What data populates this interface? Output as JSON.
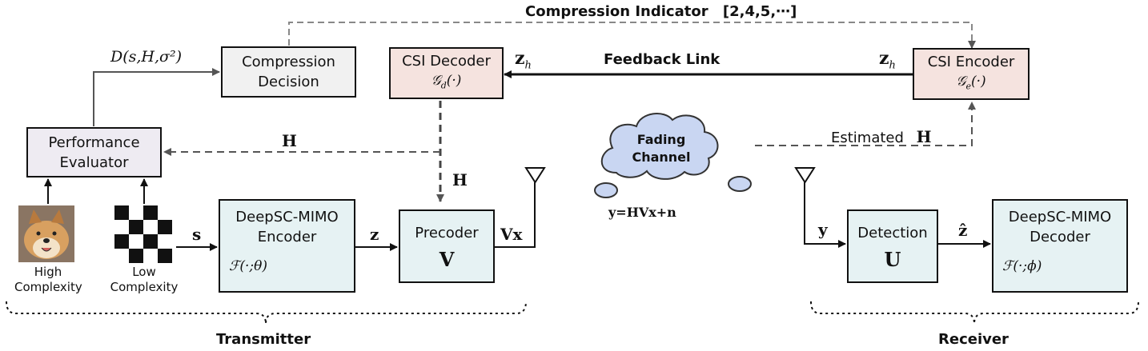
{
  "top": {
    "indicator_text": "Compression Indicator",
    "indicator_values": "[2,4,5,⋯]"
  },
  "labels": {
    "distortion": "D(s,H,σ²)",
    "feedback_link": "Feedback Link",
    "z_h_left": "z",
    "z_h_right": "z",
    "h_sub": "h",
    "h_evaluator": "H",
    "h_precoder": "H",
    "estimated": "Estimated",
    "estimated_h": "H",
    "s": "s",
    "z": "z",
    "vx": "Vx",
    "y": "y",
    "zhat": "ẑ",
    "equation": "y=HVx+n",
    "fading_channel": "Fading\nChannel"
  },
  "boxes": {
    "compression_decision": [
      "Compression",
      "Decision"
    ],
    "csi_decoder": {
      "title": "CSI Decoder",
      "func": "𝒢",
      "sub": "d",
      "arg": "(·)"
    },
    "csi_encoder": {
      "title": "CSI Encoder",
      "func": "𝒢",
      "sub": "e",
      "arg": "(·)"
    },
    "performance_evaluator": [
      "Performance",
      "Evaluator"
    ],
    "deepsc_encoder": {
      "line1": "DeepSC-MIMO",
      "line2": "Encoder",
      "func": "ℱ(·;θ)"
    },
    "precoder": {
      "title": "Precoder",
      "symbol": "V"
    },
    "detection": {
      "title": "Detection",
      "symbol": "U"
    },
    "deepsc_decoder": {
      "line1": "DeepSC-MIMO",
      "line2": "Decoder",
      "func": "ℱ(·;ϕ)"
    }
  },
  "images": {
    "high": [
      "High",
      "Complexity"
    ],
    "low": [
      "Low",
      "Complexity"
    ]
  },
  "sections": {
    "transmitter": "Transmitter",
    "receiver": "Receiver"
  },
  "colors": {
    "compression_decision": "#f1f1f1",
    "performance_evaluator": "#eeebf2",
    "csi_boxes": "#f5e3df",
    "mimo_boxes": "#e6f2f3",
    "cloud": "#c9d6f2",
    "dashed_line": "#555555"
  }
}
